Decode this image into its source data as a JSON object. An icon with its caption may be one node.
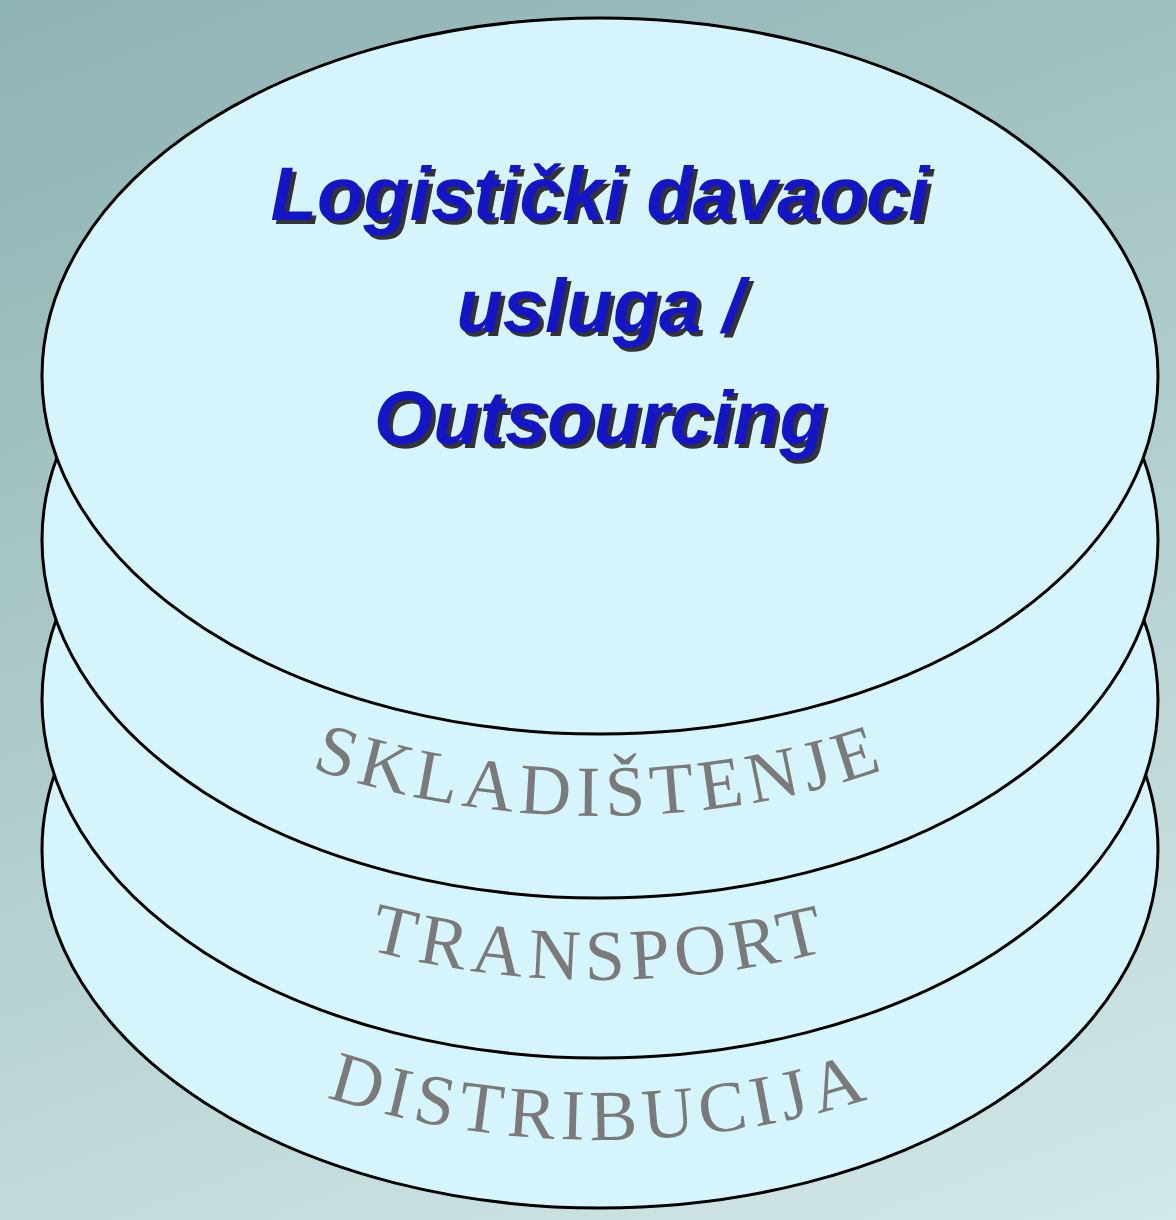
{
  "diagram": {
    "nodes": [
      {
        "text": [
          "Logistički davaoci usluga / Outsourcing"
        ]
      },
      {
        "text": [
          "SKLADIŠTENJE"
        ]
      },
      {
        "text": [
          "TRANSPORT"
        ]
      },
      {
        "text": [
          "DISTRIBUCIJA"
        ]
      }
    ]
  }
}
